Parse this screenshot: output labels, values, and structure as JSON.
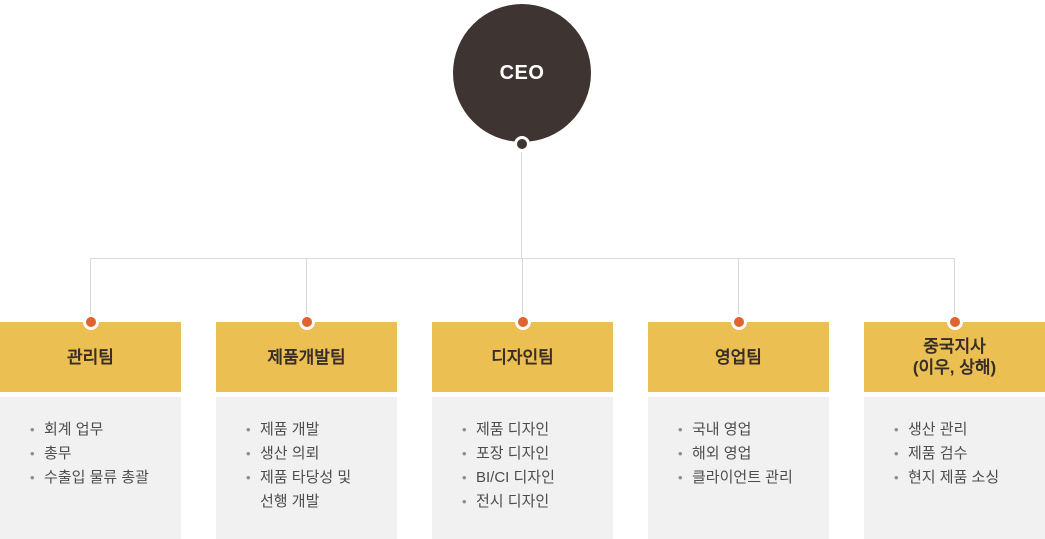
{
  "root": {
    "label": "CEO"
  },
  "colors": {
    "ceo_circle": "#3E3431",
    "department_header": "#ECBF52",
    "connector_dot": "#E2632C",
    "list_background": "#F1F1F1",
    "connector_line": "#D9D9D9"
  },
  "departments": [
    {
      "name": "관리팀",
      "items": [
        "회계 업무",
        "총무",
        "수출입 물류 총괄"
      ]
    },
    {
      "name": "제품개발팀",
      "items": [
        "제품 개발",
        "생산 의뢰",
        "제품 타당성 및\n선행 개발"
      ]
    },
    {
      "name": "디자인팀",
      "items": [
        "제품 디자인",
        "포장 디자인",
        "BI/CI 디자인",
        "전시 디자인"
      ]
    },
    {
      "name": "영업팀",
      "items": [
        "국내 영업",
        "해외 영업",
        "클라이언트 관리"
      ]
    },
    {
      "name": "중국지사\n(이우, 상해)",
      "items": [
        "생산 관리",
        "제품 검수",
        "현지 제품 소싱"
      ]
    }
  ]
}
